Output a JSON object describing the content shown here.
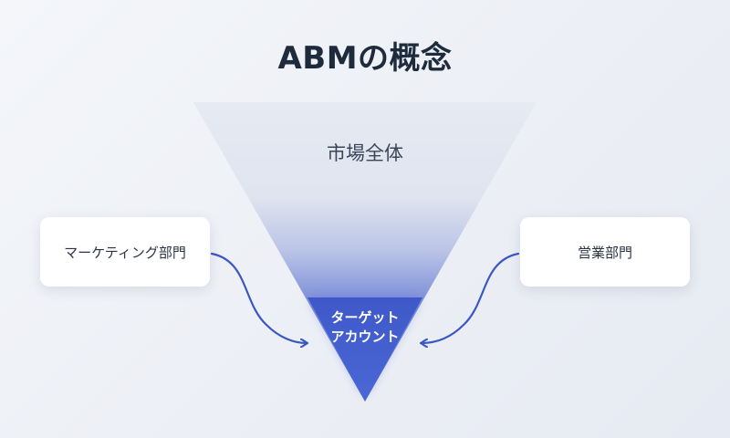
{
  "title": "ABMの概念",
  "funnel": {
    "top_label": "市場全体",
    "target_label_line1": "ターゲット",
    "target_label_line2": "アカウント"
  },
  "departments": {
    "left": "マーケティング部門",
    "right": "営業部門"
  },
  "colors": {
    "funnel_top": "#e3e8f1",
    "funnel_bottom": "#4a64cf",
    "arrow": "#3a57c4",
    "title": "#1e2b3c"
  }
}
